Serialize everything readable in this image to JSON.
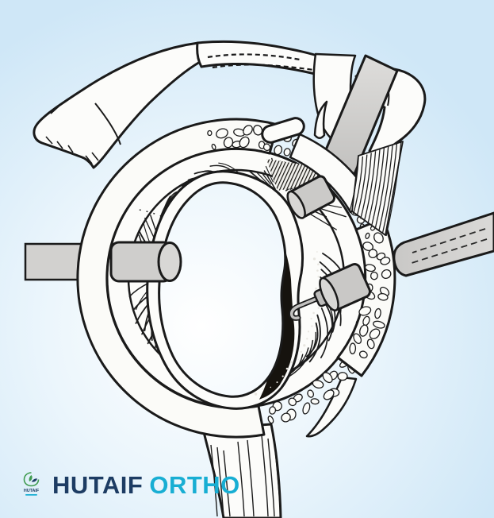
{
  "figure": {
    "name": "shoulder-arthroscopy-glenoid-line-art",
    "style": "medical line illustration"
  },
  "brand": {
    "primary": "HUTAIF",
    "secondary": "ORTHO",
    "emblem_text": "HUTAIF"
  },
  "colors": {
    "background_blue": "#cfe7f7",
    "background_center": "#ffffff",
    "line_ink": "#1a1a1a",
    "bone_white": "#fcfcfa",
    "instrument_gray": "#cdccca",
    "recess_black": "#16130e",
    "brand_navy": "#1d3c63",
    "brand_cyan": "#18aed3",
    "emblem_green": "#3f9b4f"
  }
}
